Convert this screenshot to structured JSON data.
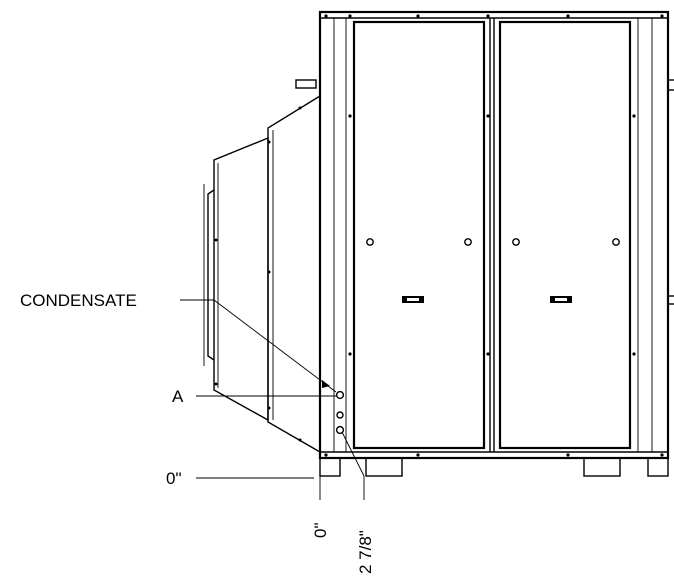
{
  "labels": {
    "condensate": "CONDENSATE",
    "point_a": "A",
    "baseline_zero": "0\"",
    "vertical_zero": "0\"",
    "vertical_offset": "2 7/8\""
  }
}
